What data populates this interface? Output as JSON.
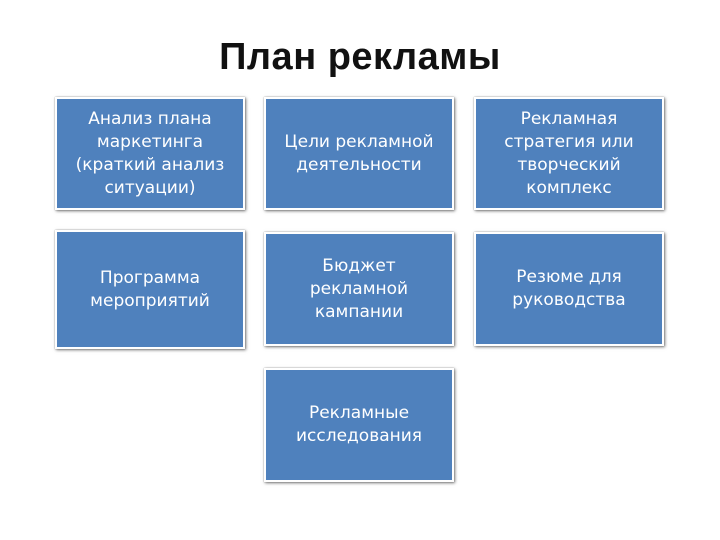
{
  "title": "План рекламы",
  "colors": {
    "box_fill": "#4f81bd",
    "box_border": "#ffffff",
    "box_text": "#ffffff",
    "title_text": "#111111"
  },
  "boxes": [
    {
      "text": "Анализ плана\nмаркетинга\n(краткий анализ\nситуации)"
    },
    {
      "text": "Цели рекламной\nдеятельности"
    },
    {
      "text": "Рекламная\nстратегия или\nтворческий\nкомплекс"
    },
    {
      "text": "Программа\nмероприятий"
    },
    {
      "text": "Бюджет\nрекламной\nкампании"
    },
    {
      "text": "Резюме для\nруководства"
    },
    {
      "text": "Рекламные\nисследования"
    }
  ]
}
